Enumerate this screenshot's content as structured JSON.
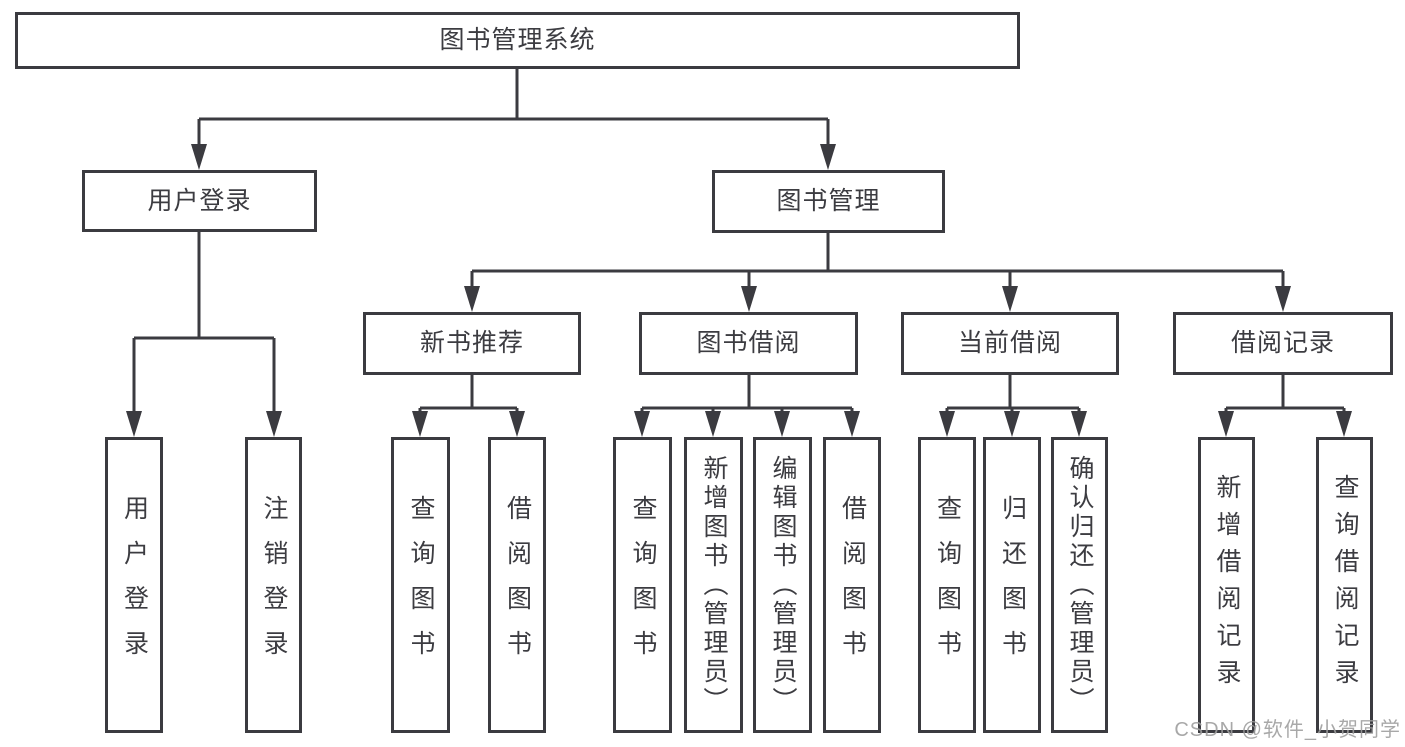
{
  "diagram": {
    "title": "图书管理系统",
    "root": {
      "label": "图书管理系统"
    },
    "level2": [
      {
        "label": "用户登录"
      },
      {
        "label": "图书管理"
      }
    ],
    "level3": [
      {
        "label": "新书推荐"
      },
      {
        "label": "图书借阅"
      },
      {
        "label": "当前借阅"
      },
      {
        "label": "借阅记录"
      }
    ],
    "leaves": {
      "user": [
        "用户登录",
        "注销登录"
      ],
      "recommend": [
        "查询图书",
        "借阅图书"
      ],
      "borrow": [
        "查询图书",
        "新增图书（管理员）",
        "编辑图书（管理员）",
        "借阅图书"
      ],
      "current": [
        "查询图书",
        "归还图书",
        "确认归还（管理员）"
      ],
      "records": [
        "新增借阅记录",
        "查询借阅记录"
      ]
    }
  },
  "watermark": "CSDN @软件_小贺同学",
  "colors": {
    "line": "#3b3b40",
    "text": "#3c3c41",
    "box_background": "#ffffff",
    "watermark": "#9e9e9e",
    "page_background": "#ffffff"
  }
}
